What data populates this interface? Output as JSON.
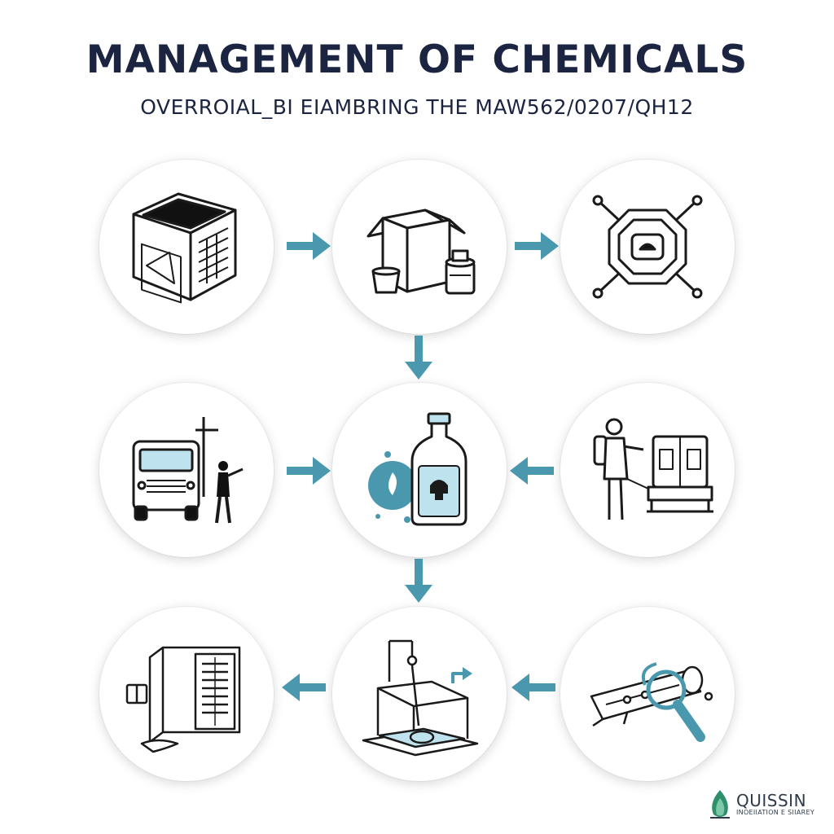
{
  "header": {
    "title": "MANAGEMENT OF CHEMICALS",
    "subtitle": "OVERROIAL_BI EIAMBRING THE MAW562/0207/QH12"
  },
  "colors": {
    "title": "#1b2440",
    "arrow": "#4a98ad",
    "accent_light": "#bfe3ee",
    "line": "#1a1a1a"
  },
  "nodes": [
    {
      "id": "storage-crate",
      "icon": "crate-icon"
    },
    {
      "id": "open-box-containers",
      "icon": "open-box-icon"
    },
    {
      "id": "containment-unit",
      "icon": "containment-icon"
    },
    {
      "id": "transport-truck",
      "icon": "truck-icon"
    },
    {
      "id": "chemical-bottle",
      "icon": "bottle-icon"
    },
    {
      "id": "worker-handling",
      "icon": "worker-icon"
    },
    {
      "id": "records-cabinet",
      "icon": "cabinet-icon"
    },
    {
      "id": "treatment-tank",
      "icon": "tank-icon"
    },
    {
      "id": "inspection-equipment",
      "icon": "magnifier-icon"
    }
  ],
  "flow": [
    {
      "from": "storage-crate",
      "to": "open-box-containers",
      "direction": "right"
    },
    {
      "from": "open-box-containers",
      "to": "containment-unit",
      "direction": "right"
    },
    {
      "from": "open-box-containers",
      "to": "chemical-bottle",
      "direction": "down"
    },
    {
      "from": "transport-truck",
      "to": "chemical-bottle",
      "direction": "right"
    },
    {
      "from": "worker-handling",
      "to": "chemical-bottle",
      "direction": "left"
    },
    {
      "from": "chemical-bottle",
      "to": "treatment-tank",
      "direction": "down"
    },
    {
      "from": "treatment-tank",
      "to": "records-cabinet",
      "direction": "left"
    },
    {
      "from": "inspection-equipment",
      "to": "treatment-tank",
      "direction": "left"
    }
  ],
  "logo": {
    "name": "QUISSIN",
    "tagline": "INOEIIATION E SIIAREY",
    "icon": "flame-leaf-icon"
  }
}
